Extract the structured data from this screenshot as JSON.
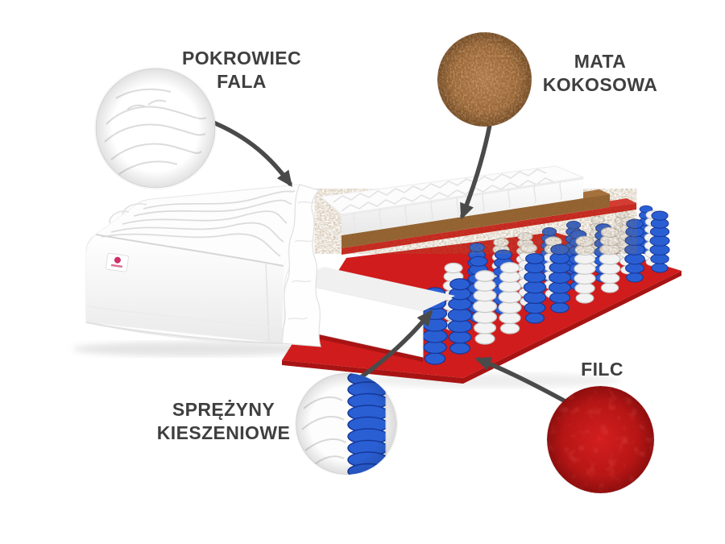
{
  "callouts": {
    "cover": {
      "line1": "POKROWIEC",
      "line2": "FALA"
    },
    "coconut": {
      "line1": "MATA",
      "line2": "KOKOSOWA"
    },
    "springs": {
      "line1": "SPRĘŻYNY",
      "line2": "KIESZENIOWE"
    },
    "felt": {
      "line1": "FILC"
    }
  },
  "colors": {
    "text": "#3f3f3f",
    "arrow": "#4a4a4a",
    "felt_red": "#d01c1c",
    "felt_dark": "#a81414",
    "felt_light": "#e23030",
    "coconut_brown": "#93602f",
    "coconut_light": "#a9713d",
    "spring_blue": "#2a5fd4",
    "spring_white": "#f3f3f3"
  }
}
